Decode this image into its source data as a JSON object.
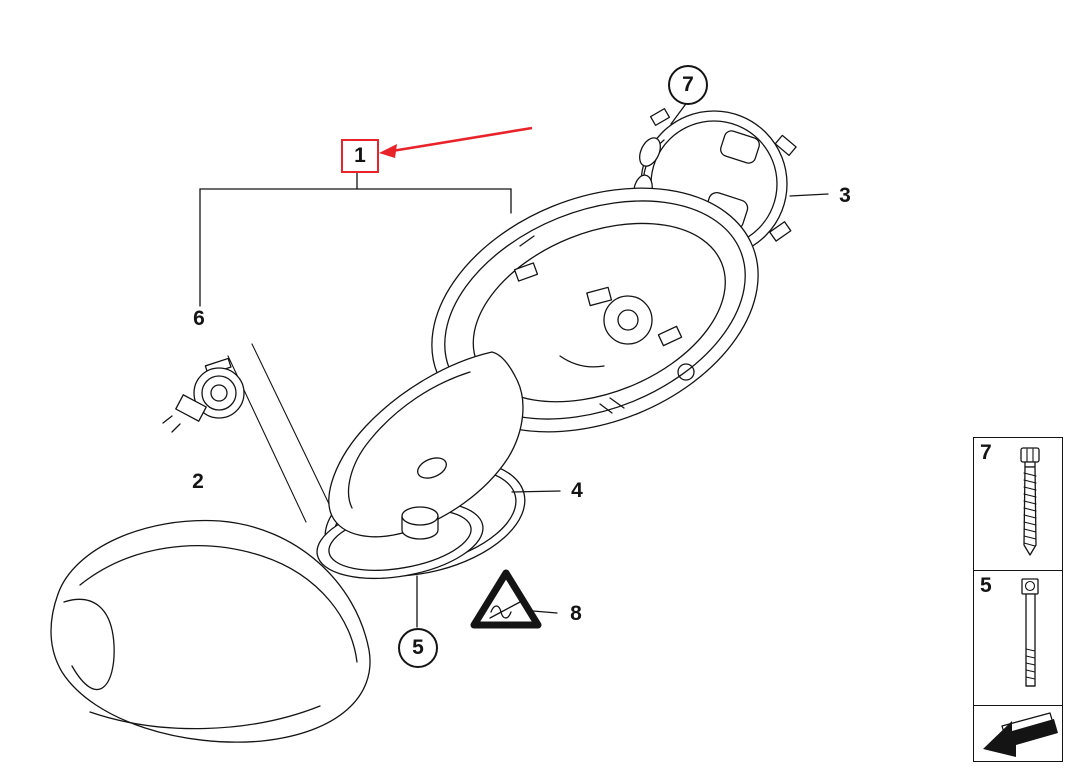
{
  "callouts": {
    "c1": {
      "label": "1",
      "highlighted": true
    },
    "c2": {
      "label": "2"
    },
    "c3": {
      "label": "3"
    },
    "c4": {
      "label": "4"
    },
    "c5": {
      "label": "5",
      "circled": true
    },
    "c6": {
      "label": "6"
    },
    "c7": {
      "label": "7",
      "circled": true
    },
    "c8": {
      "label": "8"
    }
  },
  "legend": {
    "rows": [
      {
        "label": "7",
        "icon": "socket-head-screw-icon"
      },
      {
        "label": "5",
        "icon": "cylinder-bolt-icon"
      }
    ],
    "direction_icon": "direction-arrow-icon"
  },
  "icons": {
    "warning_triangle": "warning-triangle-icon"
  },
  "colors": {
    "line": "#141414",
    "highlight": "#e8232a",
    "background": "#ffffff"
  }
}
